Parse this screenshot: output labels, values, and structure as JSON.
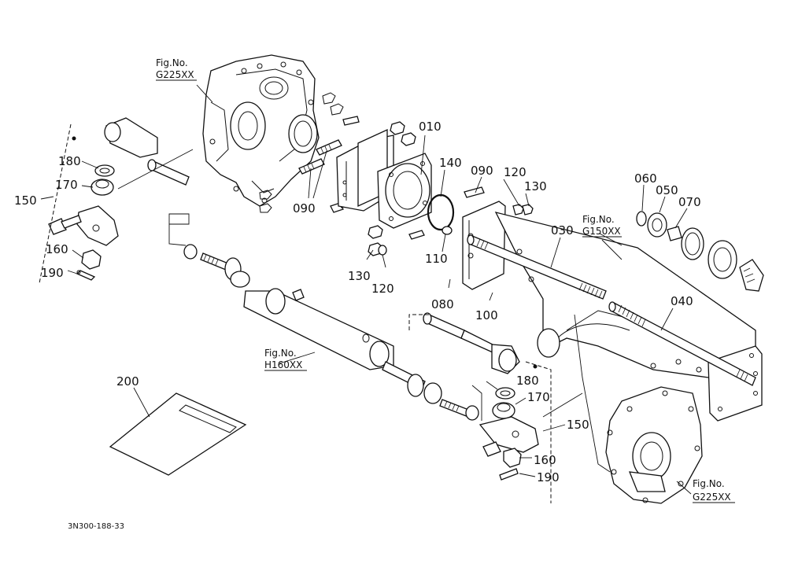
{
  "labels": {
    "p010": "010",
    "p140": "140",
    "p090a": "090",
    "p090b": "090",
    "p120a": "120",
    "p120b": "120",
    "p130a": "130",
    "p130b": "130",
    "p110": "110",
    "p080": "080",
    "p100": "100",
    "p030": "030",
    "p040": "040",
    "p060": "060",
    "p050": "050",
    "p070": "070",
    "p150a": "150",
    "p150b": "150",
    "p160a": "160",
    "p160b": "160",
    "p170a": "170",
    "p170b": "170",
    "p180a": "180",
    "p180b": "180",
    "p190a": "190",
    "p190b": "190",
    "p200": "200"
  },
  "figrefs": {
    "g225_top_fig": "Fig.No.",
    "g225_top_code": "G225XX",
    "g150_fig": "Fig.No.",
    "g150_code": "G150XX",
    "h160_fig": "Fig.No.",
    "h160_code": "H160XX",
    "g225_bot_fig": "Fig.No.",
    "g225_bot_code": "G225XX"
  },
  "drawing_code": "3N300-188-33"
}
